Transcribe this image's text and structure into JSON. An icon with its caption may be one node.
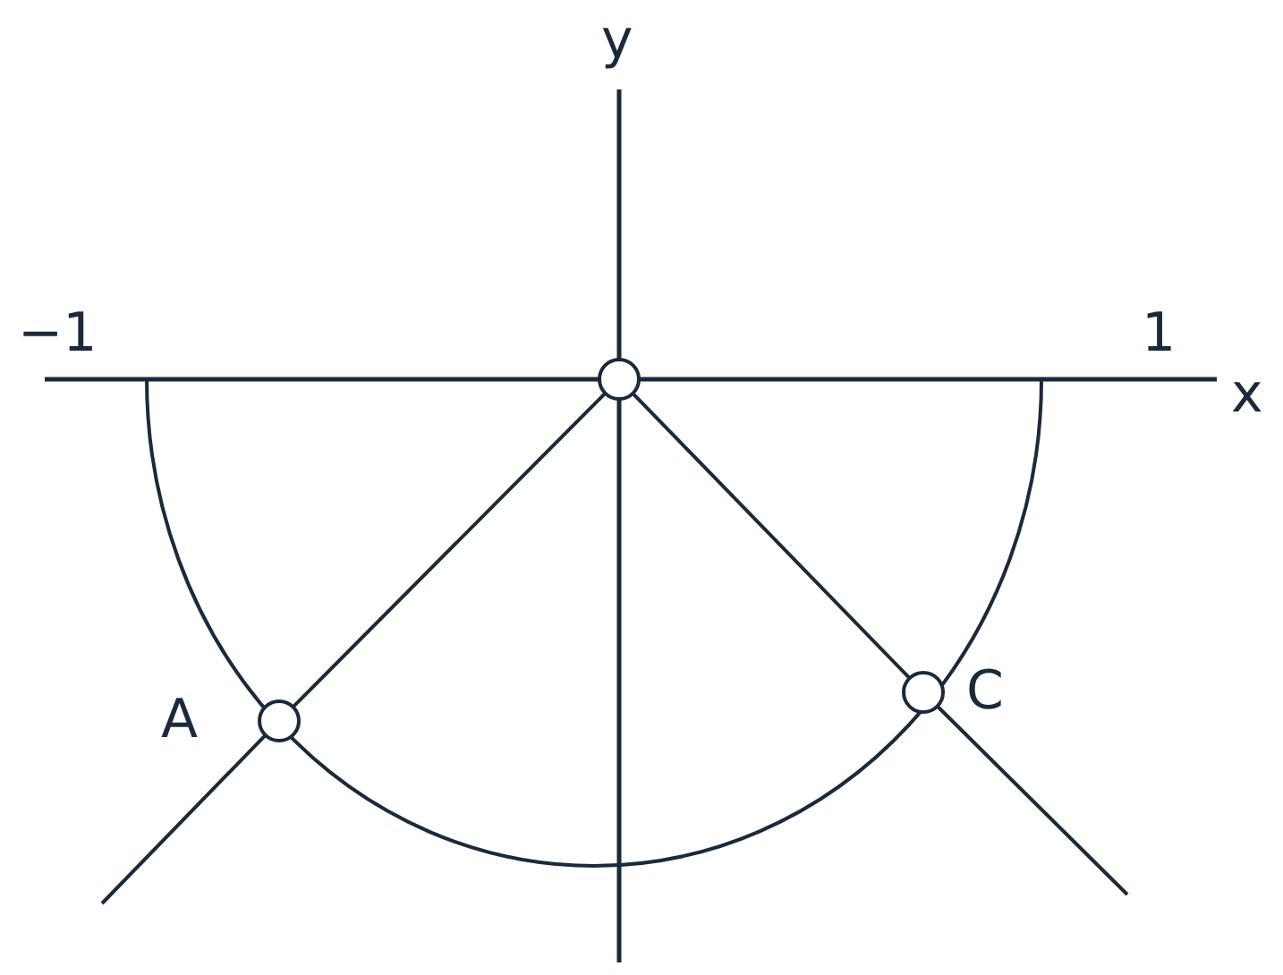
{
  "diagram": {
    "nodes": [
      {
        "text": [],
        "shape": "circle"
      },
      {
        "text": [],
        "shape": "circle",
        "beside": [
          "A"
        ]
      },
      {
        "text": [],
        "shape": "circle",
        "beside": [
          "C"
        ]
      }
    ],
    "edges": [
      {
        "from": 0,
        "to": 1,
        "arrow": "none"
      },
      {
        "from": 0,
        "to": 2,
        "arrow": "none"
      },
      {
        "from": 1,
        "to": null,
        "arrow": "none"
      },
      {
        "from": 2,
        "to": null,
        "arrow": "none"
      }
    ],
    "labels": [
      "y",
      "−1",
      "1",
      "x"
    ]
  }
}
